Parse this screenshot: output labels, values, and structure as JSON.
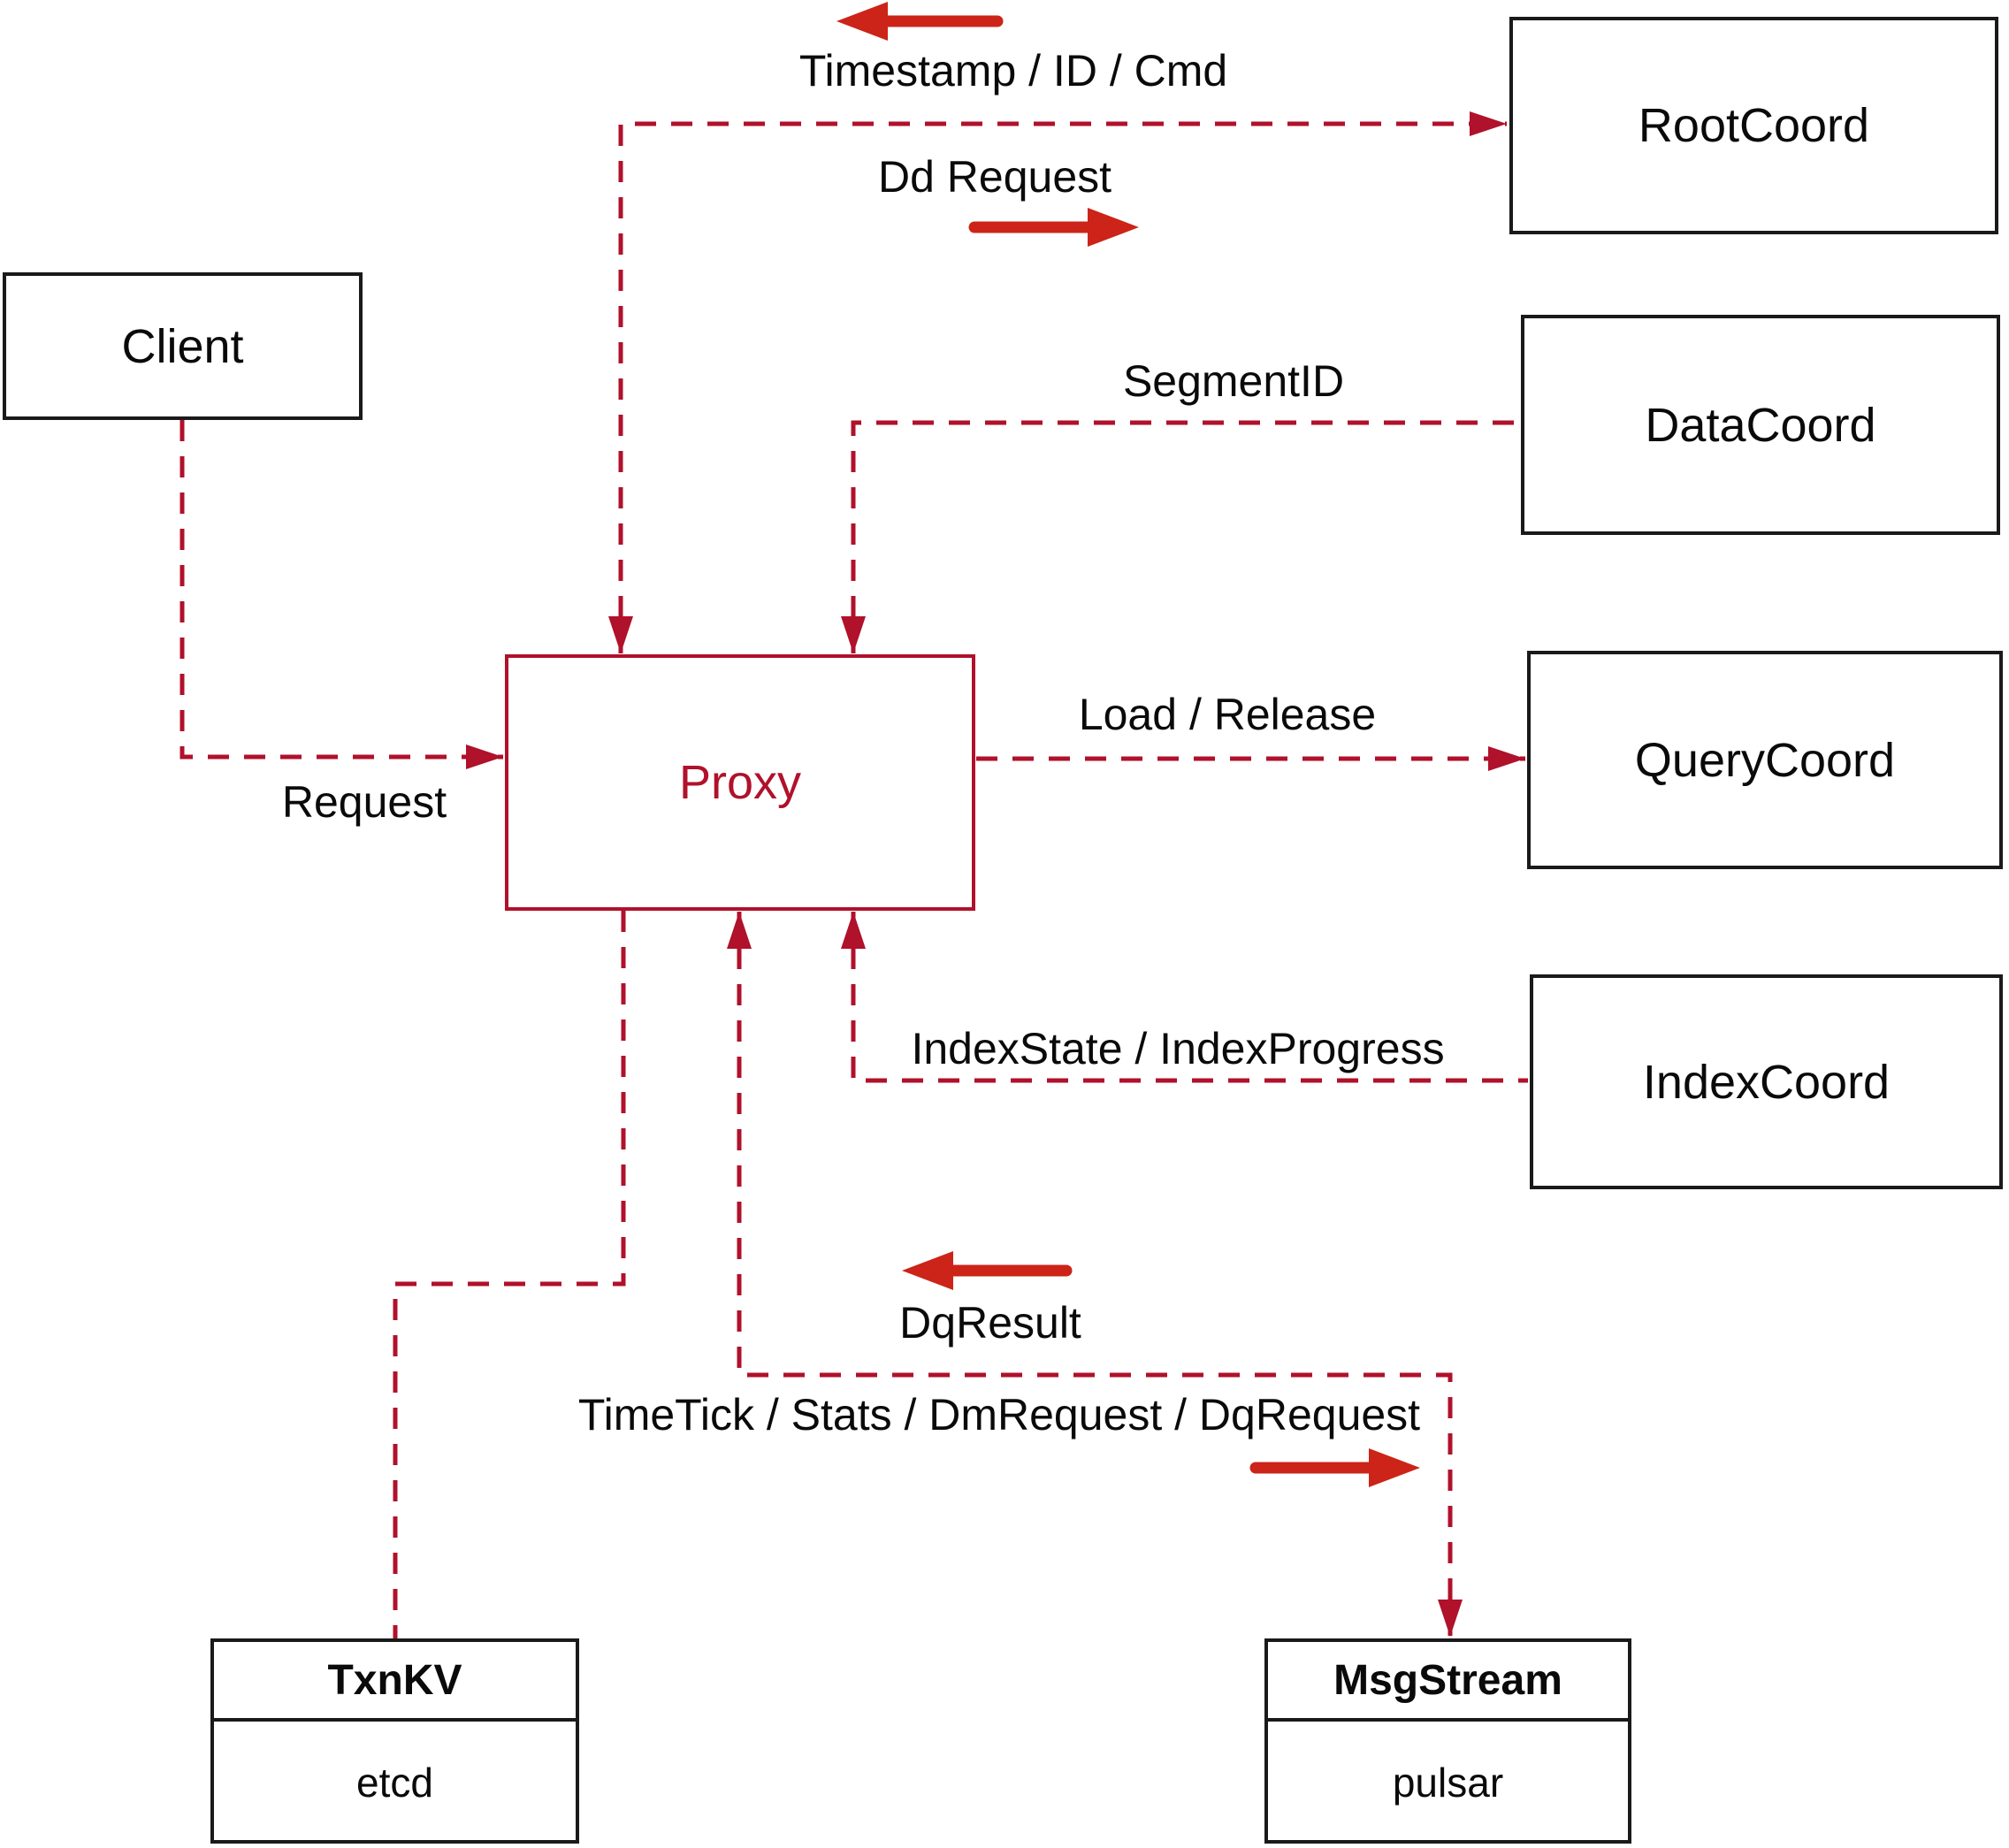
{
  "diagram": {
    "colors": {
      "dashed_line": "#b0112b",
      "solid_arrow": "#cc2418",
      "box_border": "#1a1a1a",
      "text": "#0a0a0a",
      "background": "#ffffff"
    },
    "nodes": {
      "client": {
        "label": "Client"
      },
      "rootcoord": {
        "label": "RootCoord"
      },
      "datacoord": {
        "label": "DataCoord"
      },
      "querycoord": {
        "label": "QueryCoord"
      },
      "indexcoord": {
        "label": "IndexCoord"
      },
      "proxy": {
        "label": "Proxy"
      },
      "txnkv": {
        "title": "TxnKV",
        "subtitle": "etcd"
      },
      "msgstream": {
        "title": "MsgStream",
        "subtitle": "pulsar"
      }
    },
    "edge_labels": {
      "timestamp": "Timestamp / ID / Cmd",
      "dd_request": "Dd Request",
      "segment_id": "SegmentID",
      "request": "Request",
      "load_release": "Load / Release",
      "index_state": "IndexState / IndexProgress",
      "dq_result": "DqResult",
      "timetick": "TimeTick / Stats / DmRequest / DqRequest"
    }
  }
}
